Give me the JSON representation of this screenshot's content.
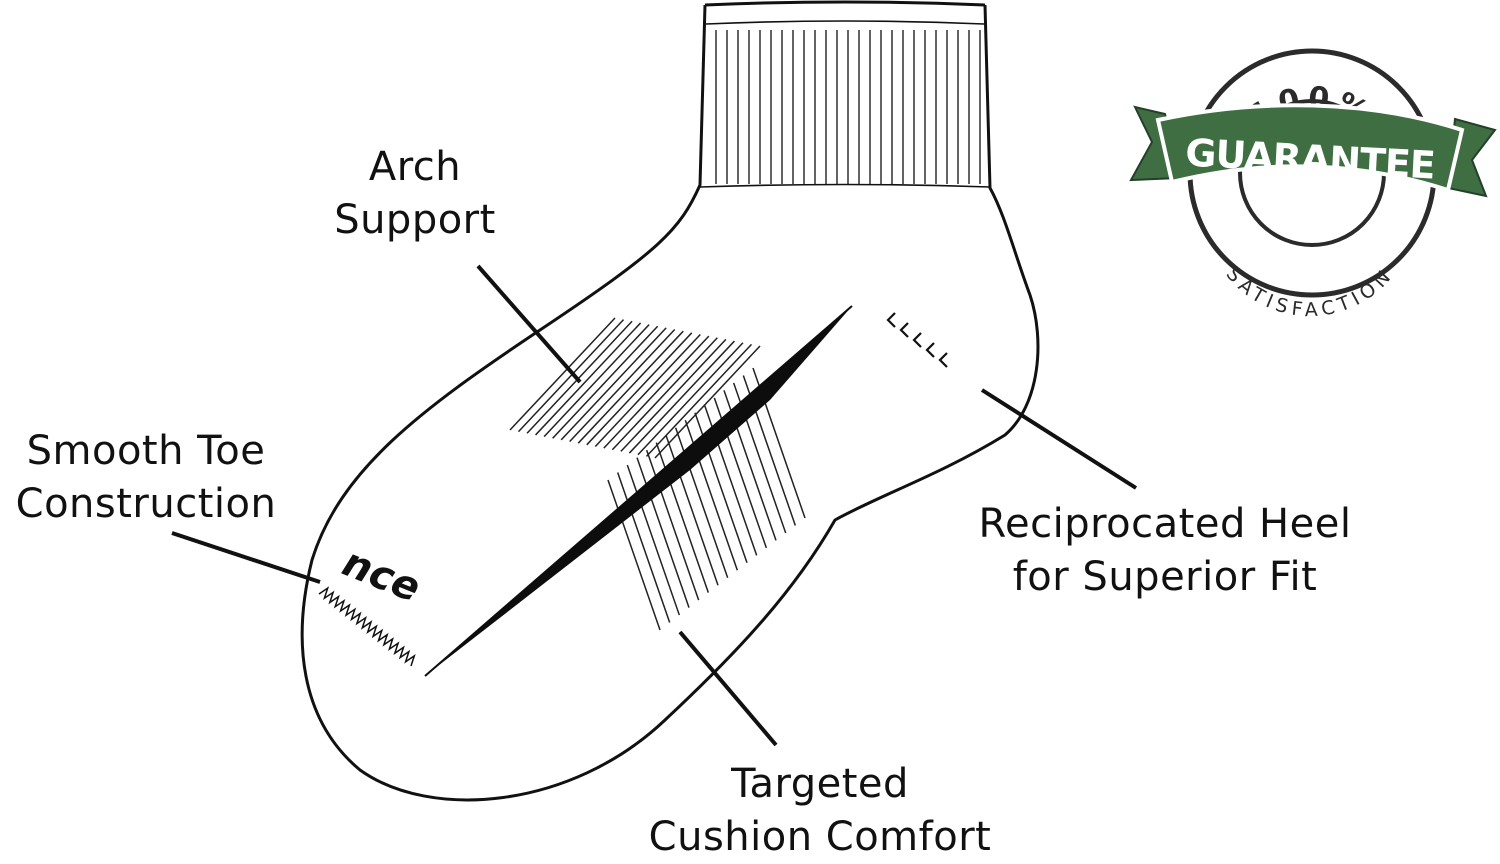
{
  "features": {
    "arch": {
      "line1": "Arch",
      "line2": "Support"
    },
    "toe": {
      "line1": "Smooth Toe",
      "line2": "Construction"
    },
    "heel": {
      "line1": "Reciprocated Heel",
      "line2": "for Superior Fit"
    },
    "cushion": {
      "line1": "Targeted",
      "line2": "Cushion Comfort"
    }
  },
  "brand_fragment": "nce",
  "badge": {
    "top_text": "100%",
    "banner_text": "GUARANTEE",
    "bottom_text": "SATISFACTION",
    "banner_color": "#3e6e42",
    "ring_color": "#2b2b2b"
  }
}
